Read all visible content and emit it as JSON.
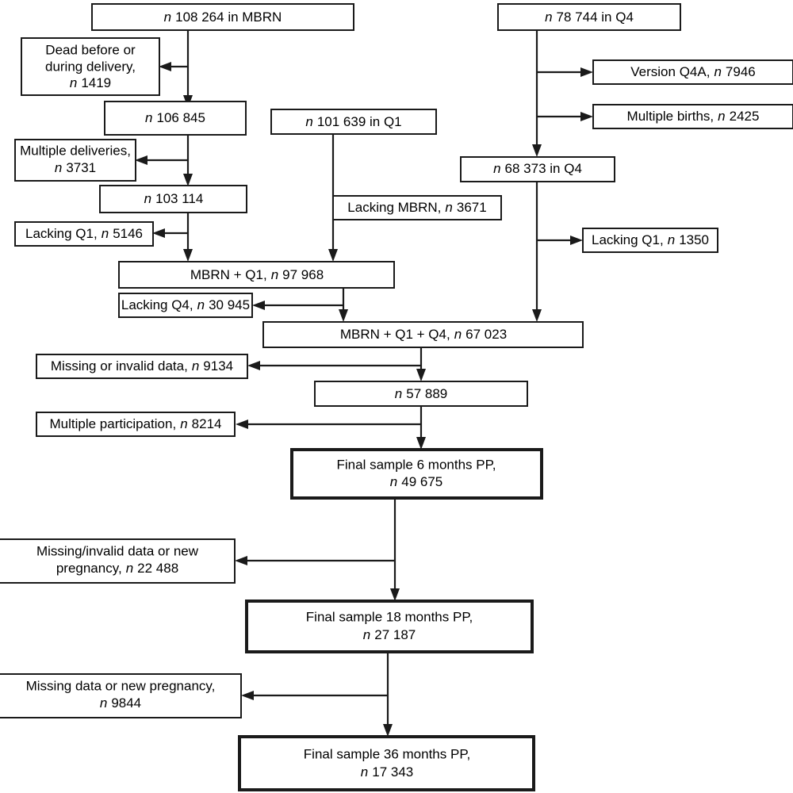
{
  "figure": {
    "type": "flowchart",
    "subject": "Study participant flow / sample selection",
    "n_prefix": "n"
  },
  "nodes": {
    "mbrn_total": {
      "line1_pre": "n",
      "line1": "108 264 in MBRN"
    },
    "dead_delivery": {
      "line1": "Dead before or",
      "line2": "during delivery,",
      "line3_pre": "n",
      "line3": "1419"
    },
    "n106845": {
      "line1_pre": "n",
      "line1": "106 845"
    },
    "multiple_deliv": {
      "line1": "Multiple deliveries,",
      "line2_pre": "n",
      "line2": "3731"
    },
    "n103114": {
      "line1_pre": "n",
      "line1": "103 114"
    },
    "lacking_q1_a": {
      "line1": "Lacking Q1,",
      "line1_pre2": "n",
      "line1_b": "5146"
    },
    "q1_total": {
      "line1_pre": "n",
      "line1": "101 639 in Q1"
    },
    "lacking_mbrn": {
      "line1": "Lacking MBRN,",
      "line1_pre2": "n",
      "line1_b": "3671"
    },
    "mbrn_q1": {
      "line1": "MBRN + Q1,",
      "line1_pre2": "n",
      "line1_b": "97 968"
    },
    "lacking_q4": {
      "line1": "Lacking Q4,",
      "line1_pre2": "n",
      "line1_b": "30 945"
    },
    "q4_total": {
      "line1_pre": "n",
      "line1": "78 744 in Q4"
    },
    "version_q4a": {
      "line1": "Version Q4A,",
      "line1_pre2": "n",
      "line1_b": "7946"
    },
    "multiple_births": {
      "line1": "Multiple births,",
      "line1_pre2": "n",
      "line1_b": "2425"
    },
    "n68373": {
      "line1_pre": "n",
      "line1": "68 373 in Q4"
    },
    "lacking_q1_b": {
      "line1": "Lacking Q1,",
      "line1_pre2": "n",
      "line1_b": "1350"
    },
    "mbrn_q1_q4": {
      "line1": "MBRN + Q1 + Q4,",
      "line1_pre2": "n",
      "line1_b": "67 023"
    },
    "missing_invalid": {
      "line1": "Missing or invalid data,",
      "line1_pre2": "n",
      "line1_b": "9134"
    },
    "n57889": {
      "line1_pre": "n",
      "line1": "57 889"
    },
    "multiple_part": {
      "line1": "Multiple participation,",
      "line1_pre2": "n",
      "line1_b": "8214"
    },
    "final_6m": {
      "line1": "Final sample 6 months PP,",
      "line2_pre": "n",
      "line2": "49 675"
    },
    "missing_new_preg": {
      "line1": "Missing/invalid data or new",
      "line2": "pregnancy,",
      "line2_pre2": "n",
      "line2_b": "22 488"
    },
    "final_18m": {
      "line1": "Final sample 18 months PP,",
      "line2_pre": "n",
      "line2": "27 187"
    },
    "missing_preg_2": {
      "line1": "Missing data or new pregnancy,",
      "line2_pre": "n",
      "line2": "9844"
    },
    "final_36m": {
      "line1": "Final sample 36 months PP,",
      "line2_pre": "n",
      "line2": "17 343"
    }
  },
  "flow_data": {
    "cohort_sizes": [
      {
        "label": "n 108264 in MBRN",
        "value": 108264
      },
      {
        "label": "n 106845",
        "value": 106845
      },
      {
        "label": "n 103114",
        "value": 103114
      },
      {
        "label": "MBRN+Q1, n 97968",
        "value": 97968
      },
      {
        "label": "MBRN+Q1+Q4, n 67023",
        "value": 67023
      },
      {
        "label": "n 57889",
        "value": 57889
      },
      {
        "label": "Final sample 6 months PP, n 49675",
        "value": 49675
      },
      {
        "label": "Final sample 18 months PP, n 27187",
        "value": 27187
      },
      {
        "label": "Final sample 36 months PP, n 17343",
        "value": 17343
      }
    ],
    "exclusions": [
      {
        "label": "Dead before or during delivery",
        "value": 1419
      },
      {
        "label": "Multiple deliveries",
        "value": 3731
      },
      {
        "label": "Lacking Q1",
        "value": 5146
      },
      {
        "label": "Lacking MBRN",
        "value": 3671
      },
      {
        "label": "Lacking Q4",
        "value": 30945
      },
      {
        "label": "Version Q4A",
        "value": 7946
      },
      {
        "label": "Multiple births",
        "value": 2425
      },
      {
        "label": "Lacking Q1 (Q4 branch)",
        "value": 1350
      },
      {
        "label": "Missing or invalid data",
        "value": 9134
      },
      {
        "label": "Multiple participation",
        "value": 8214
      },
      {
        "label": "Missing/invalid data or new pregnancy",
        "value": 22488
      },
      {
        "label": "Missing data or new pregnancy",
        "value": 9844
      }
    ],
    "source_totals": [
      {
        "label": "n 101639 in Q1",
        "value": 101639
      },
      {
        "label": "n 78744 in Q4",
        "value": 78744
      },
      {
        "label": "n 68373 in Q4",
        "value": 68373
      }
    ]
  },
  "colors": {
    "stroke": "#1a1a1a",
    "fill": "#ffffff",
    "text": "#000000"
  }
}
